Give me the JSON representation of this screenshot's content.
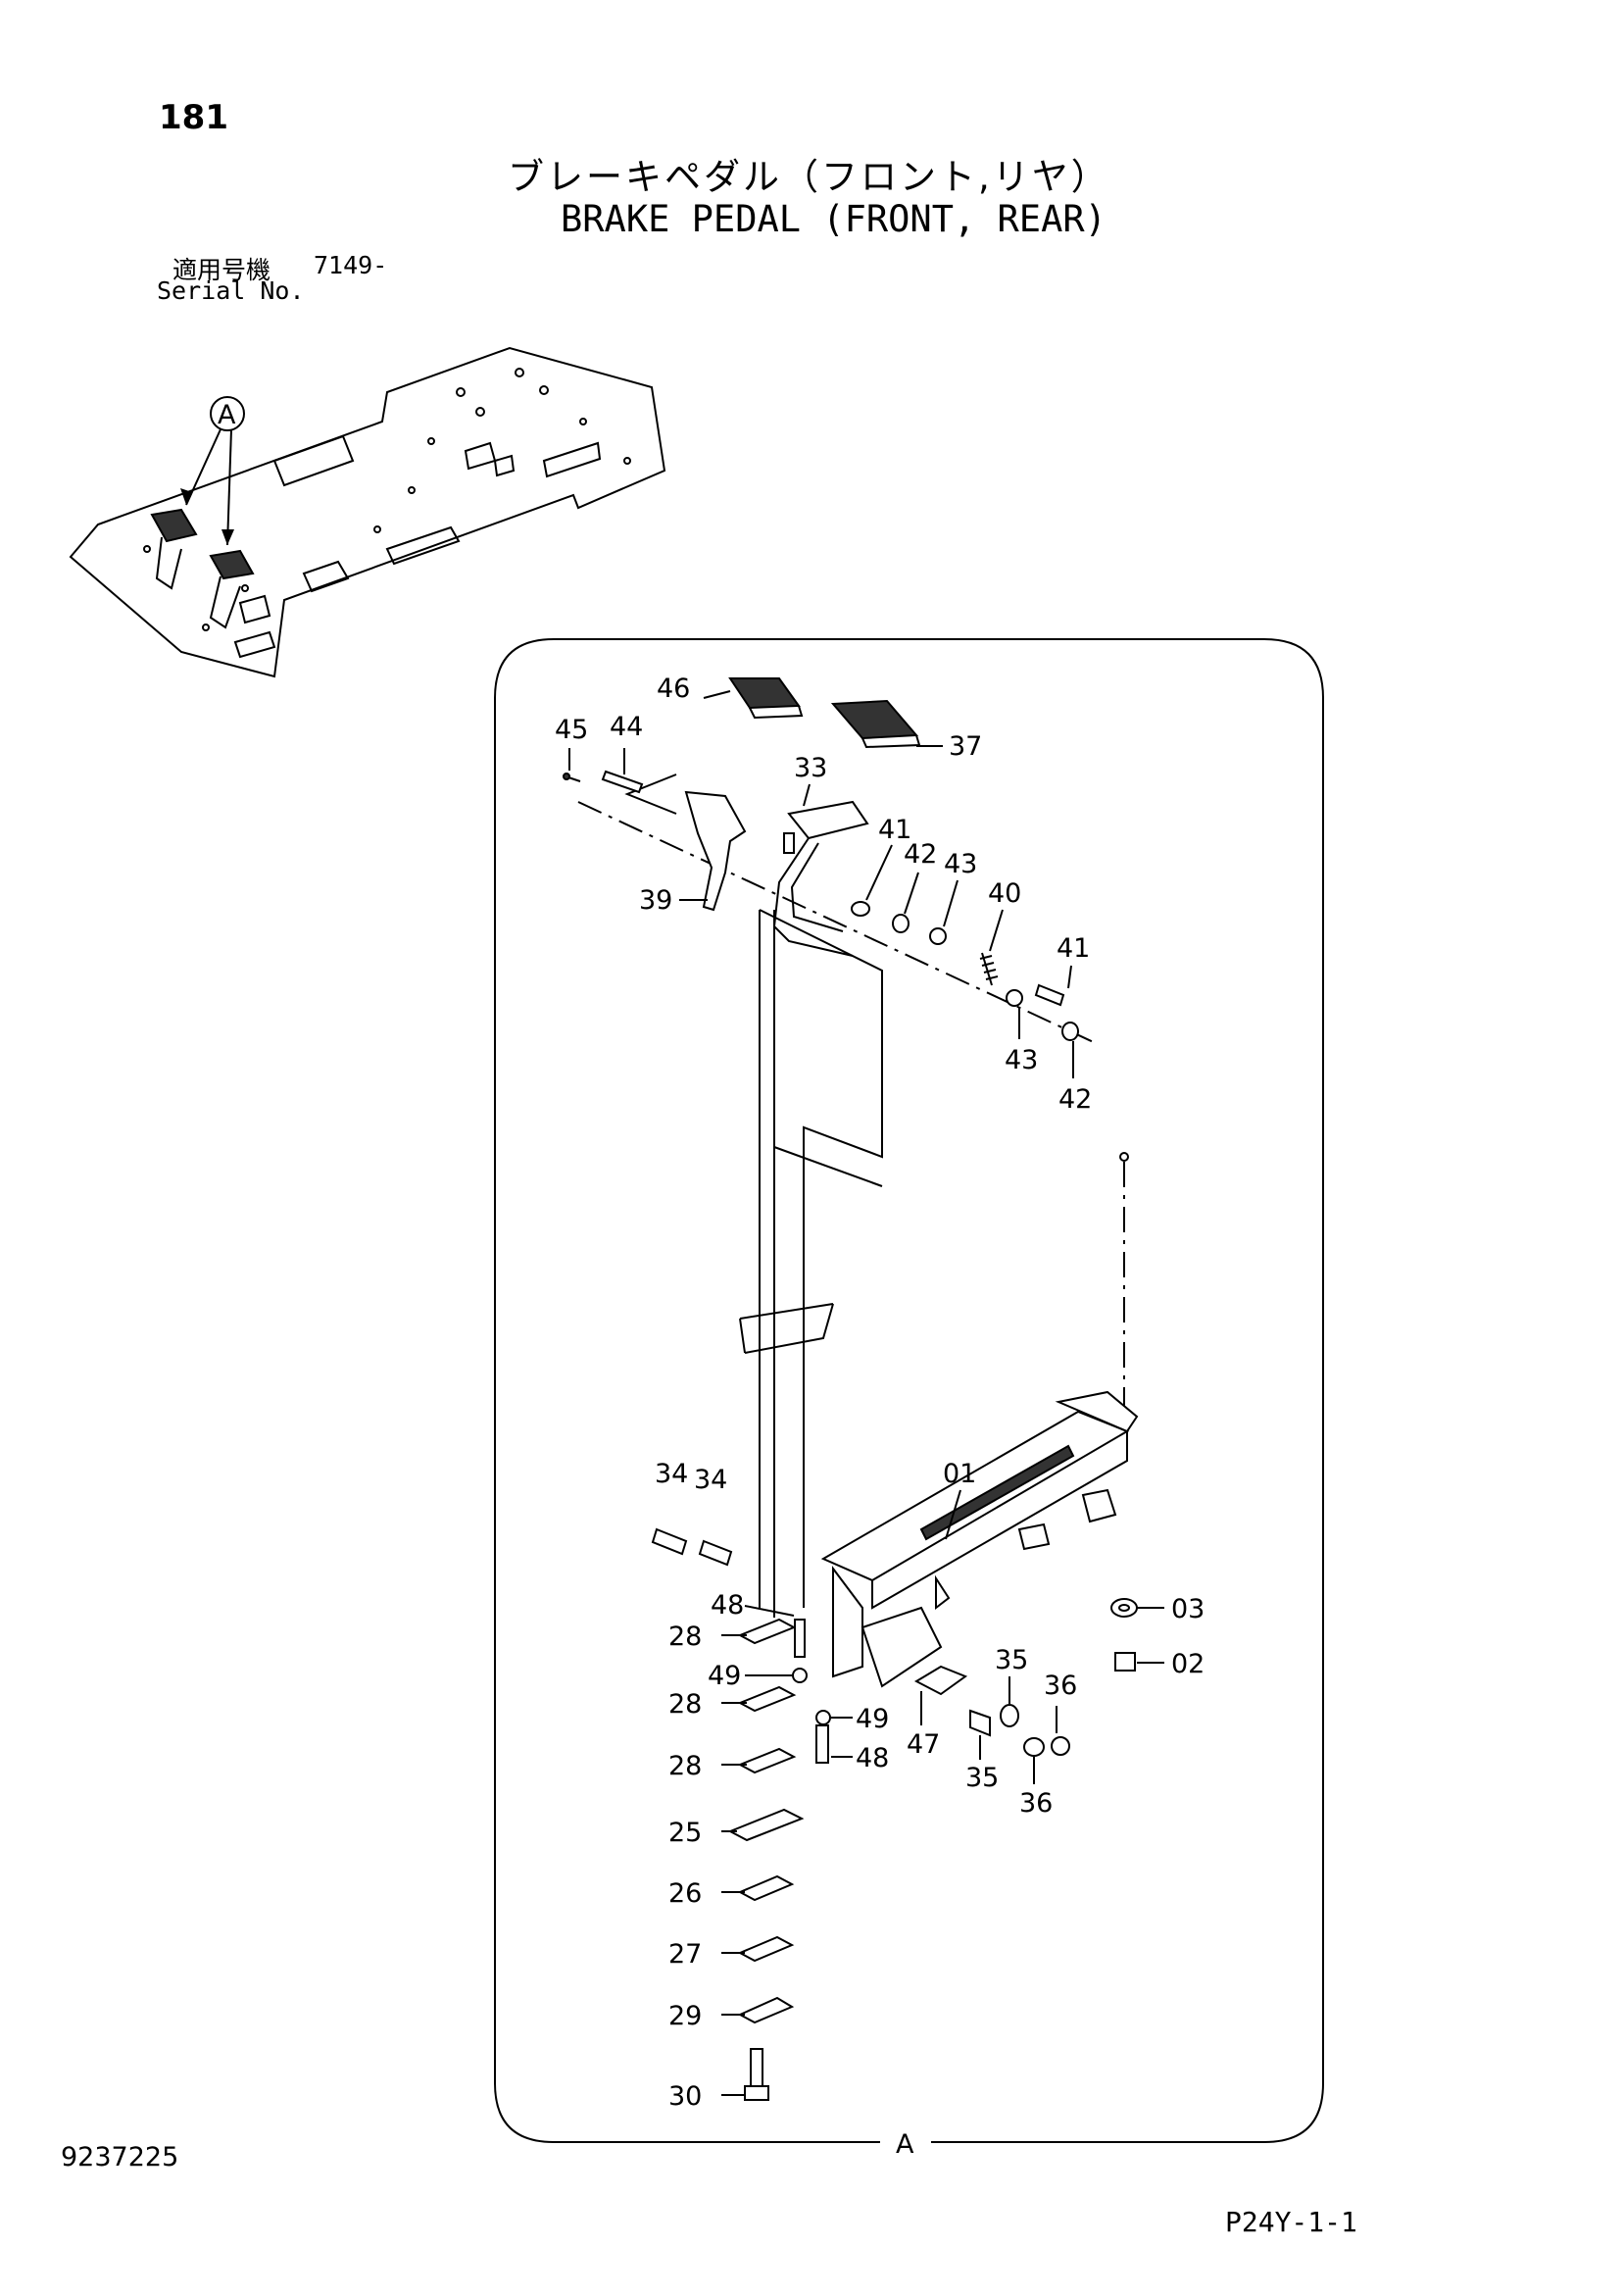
{
  "header": {
    "page_number": "181",
    "title_jp": "ブレーキペダル（フロント,リヤ）",
    "title_en": "BRAKE PEDAL (FRONT, REAR)",
    "serial_label_jp": "適用号機",
    "serial_value": "7149-",
    "serial_label_en": "Serial No."
  },
  "overview": {
    "callout": "A"
  },
  "detail": {
    "frame_label": "A",
    "part_labels": {
      "p46": "46",
      "p37": "37",
      "p45": "45",
      "p44": "44",
      "p33": "33",
      "p39": "39",
      "p41a": "41",
      "p42a": "42",
      "p43a": "43",
      "p40": "40",
      "p41b": "41",
      "p43b": "43",
      "p42b": "42",
      "p01": "01",
      "p34a": "34",
      "p34b": "34",
      "p03": "03",
      "p02": "02",
      "p48a": "48",
      "p28a": "28",
      "p49a": "49",
      "p28b": "28",
      "p49b": "49",
      "p48b": "48",
      "p28c": "28",
      "p47": "47",
      "p35a": "35",
      "p36a": "36",
      "p35b": "35",
      "p36b": "36",
      "p25": "25",
      "p26": "26",
      "p27": "27",
      "p29": "29",
      "p30": "30"
    }
  },
  "footer": {
    "doc_code": "9237225",
    "page_ref": "P24Y-1-1"
  }
}
